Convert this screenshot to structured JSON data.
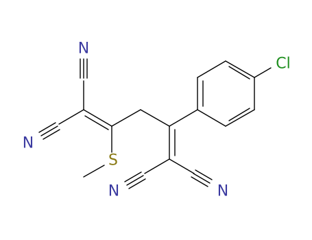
{
  "molecule": {
    "atoms": {
      "N1": {
        "label": "N",
        "color": "#3b3aa0"
      },
      "N2": {
        "label": "N",
        "color": "#3b3aa0"
      },
      "N3": {
        "label": "N",
        "color": "#3b3aa0"
      },
      "N4": {
        "label": "N",
        "color": "#3b3aa0"
      },
      "S": {
        "label": "S",
        "color": "#8a7a14"
      },
      "Cl": {
        "label": "Cl",
        "color": "#1f8f1f"
      }
    }
  }
}
